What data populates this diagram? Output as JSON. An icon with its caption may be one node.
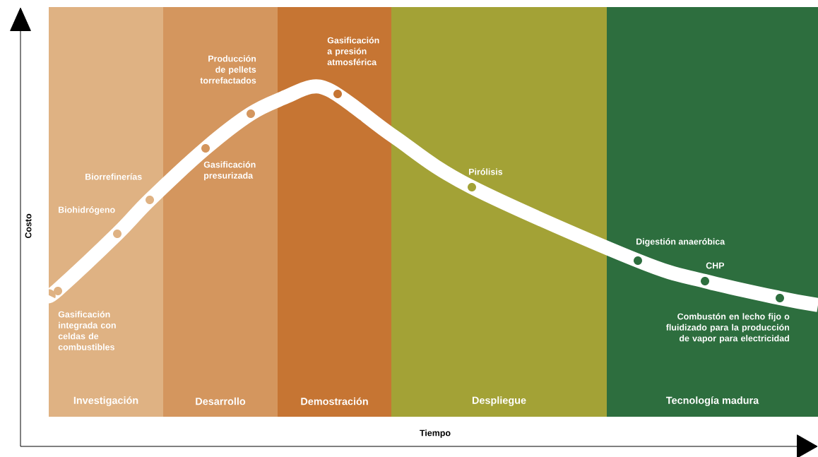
{
  "diagram": {
    "nodes": [
      {
        "text": [
          "Investigación"
        ]
      },
      {
        "text": [
          "Desarrollo"
        ]
      },
      {
        "text": [
          "Demostración"
        ]
      },
      {
        "text": [
          "Despliegue"
        ]
      },
      {
        "text": [
          "Tecnología madura"
        ]
      }
    ],
    "labels": [
      "Gasificación integrada con celdas de combustibles",
      "Biohidrógeno",
      "Biorrefinerías",
      "Producción de pellets torrefactados",
      "Gasificación presurizada",
      "Gasificación a presión atmosférica",
      "Pirólisis",
      "Digestión anaeróbica",
      "CHP",
      "Combustón en lecho fijo o fluidizado para la producción de vapor para electricidad",
      "Costo",
      "Tiempo"
    ]
  }
}
